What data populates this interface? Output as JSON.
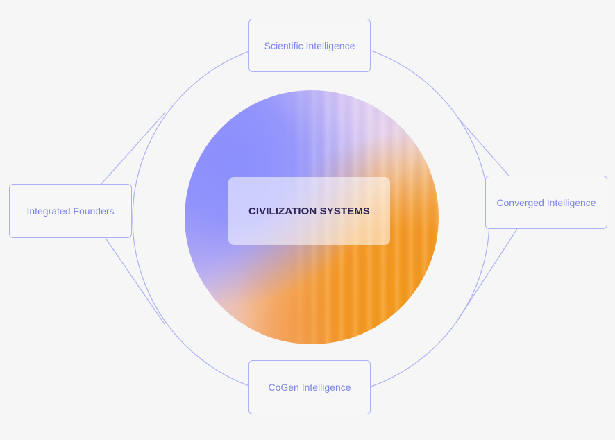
{
  "diagram": {
    "center_label": "CIVILIZATION SYSTEMS",
    "nodes": {
      "top": "Scientific Intelligence",
      "left": "Integrated Founders",
      "right": "Converged Intelligence",
      "bottom": "CoGen Intelligence"
    }
  },
  "colors": {
    "background": "#f6f6f6",
    "line": "#aab1f4",
    "node_text": "#7d86e8",
    "center_text": "#2a2256",
    "orb_violet": "#8b8ffd",
    "orb_orange": "#f39a1b"
  }
}
